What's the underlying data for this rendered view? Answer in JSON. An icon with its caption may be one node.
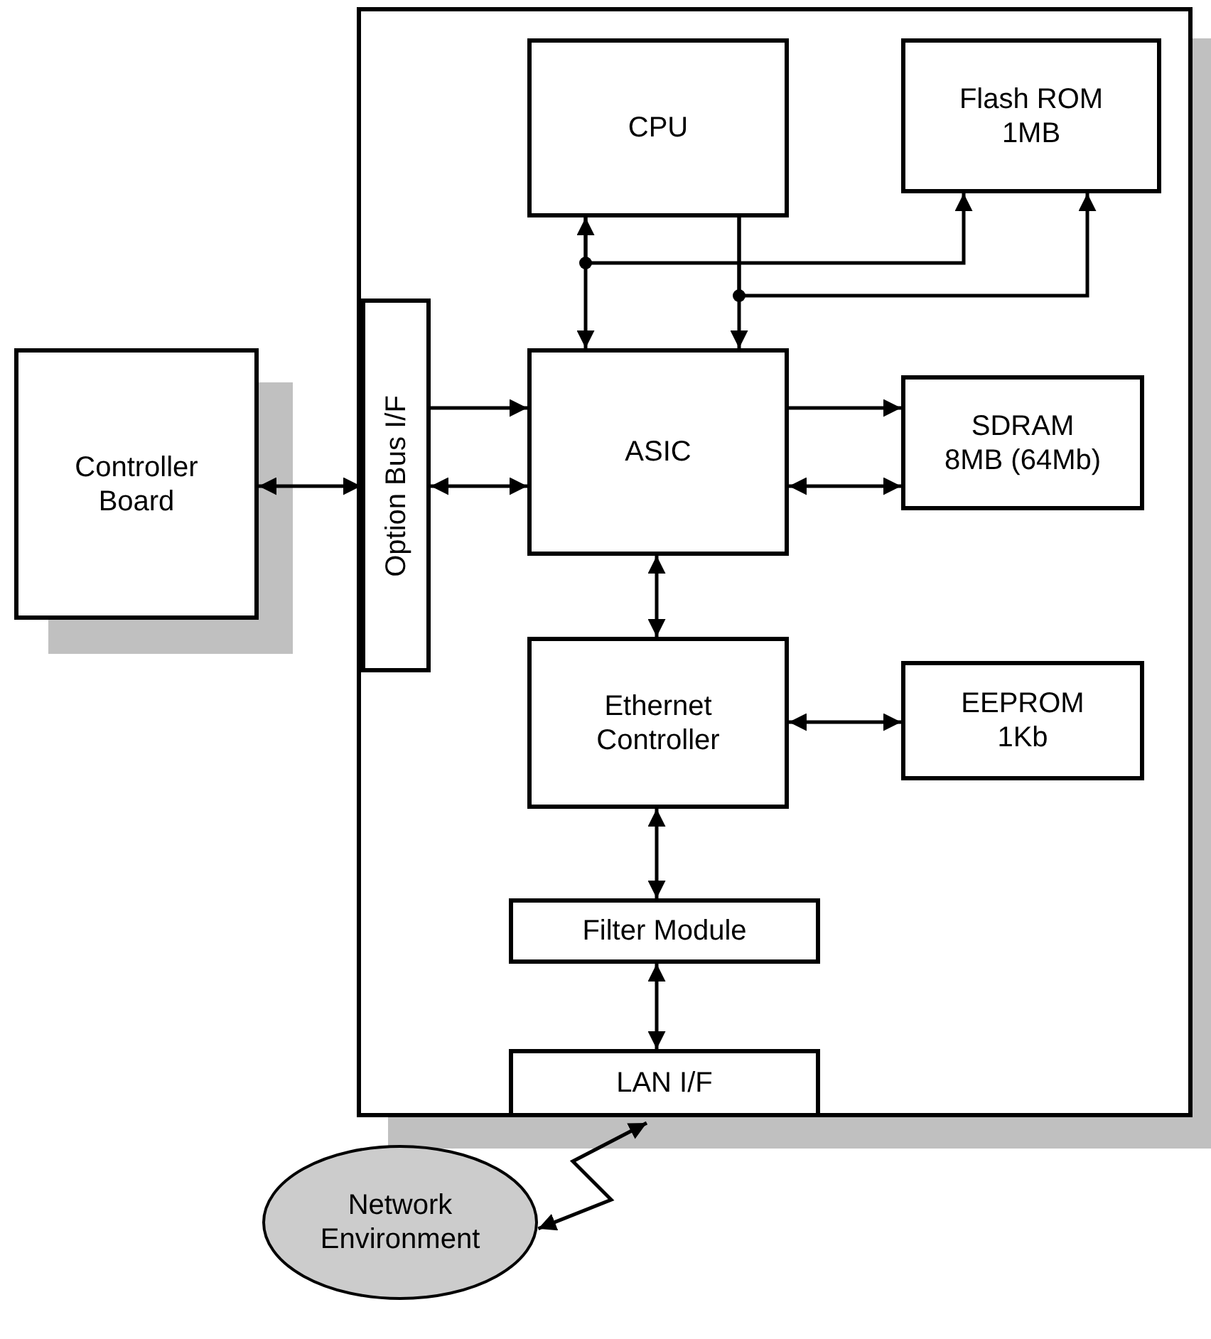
{
  "diagram": {
    "nodes": [
      {
        "text": [],
        "shape": "box"
      },
      {
        "text": [
          "CPU"
        ],
        "in": 0
      },
      {
        "text": [
          "Flash ROM 1MB"
        ],
        "in": 0
      },
      {
        "text": [
          "Controller Board"
        ]
      },
      {
        "text": [
          "Option Bus I/F"
        ],
        "in": 0
      },
      {
        "text": [
          "ASIC"
        ],
        "in": 0
      },
      {
        "text": [
          "SDRAM 8MB (64Mb)"
        ],
        "in": 0
      },
      {
        "text": [
          "Ethernet Controller"
        ],
        "in": 0
      },
      {
        "text": [
          "EEPROM 1Kb"
        ],
        "in": 0
      },
      {
        "text": [
          "Filter Module"
        ],
        "in": 0
      },
      {
        "text": [
          "LAN I/F"
        ],
        "in": 0
      },
      {
        "text": [
          "Network Environment"
        ]
      }
    ],
    "edges": [
      {
        "from": 1,
        "to": 5,
        "arrow": "both"
      },
      {
        "from": 1,
        "to": 2,
        "arrow": "to"
      },
      {
        "from": 1,
        "to": 5,
        "arrow": "to"
      },
      {
        "from": 1,
        "to": 2,
        "arrow": "to"
      },
      {
        "from": 3,
        "to": 4,
        "arrow": "both"
      },
      {
        "from": 4,
        "to": 5,
        "arrow": "to"
      },
      {
        "from": 4,
        "to": 5,
        "arrow": "both"
      },
      {
        "from": 5,
        "to": 6,
        "arrow": "to"
      },
      {
        "from": 5,
        "to": 6,
        "arrow": "both"
      },
      {
        "from": 5,
        "to": 7,
        "arrow": "both"
      },
      {
        "from": 7,
        "to": 8,
        "arrow": "both"
      },
      {
        "from": 7,
        "to": 9,
        "arrow": "both"
      },
      {
        "from": 9,
        "to": 10,
        "arrow": "both"
      },
      {
        "from": 10,
        "to": 11,
        "arrow": "both"
      }
    ]
  }
}
